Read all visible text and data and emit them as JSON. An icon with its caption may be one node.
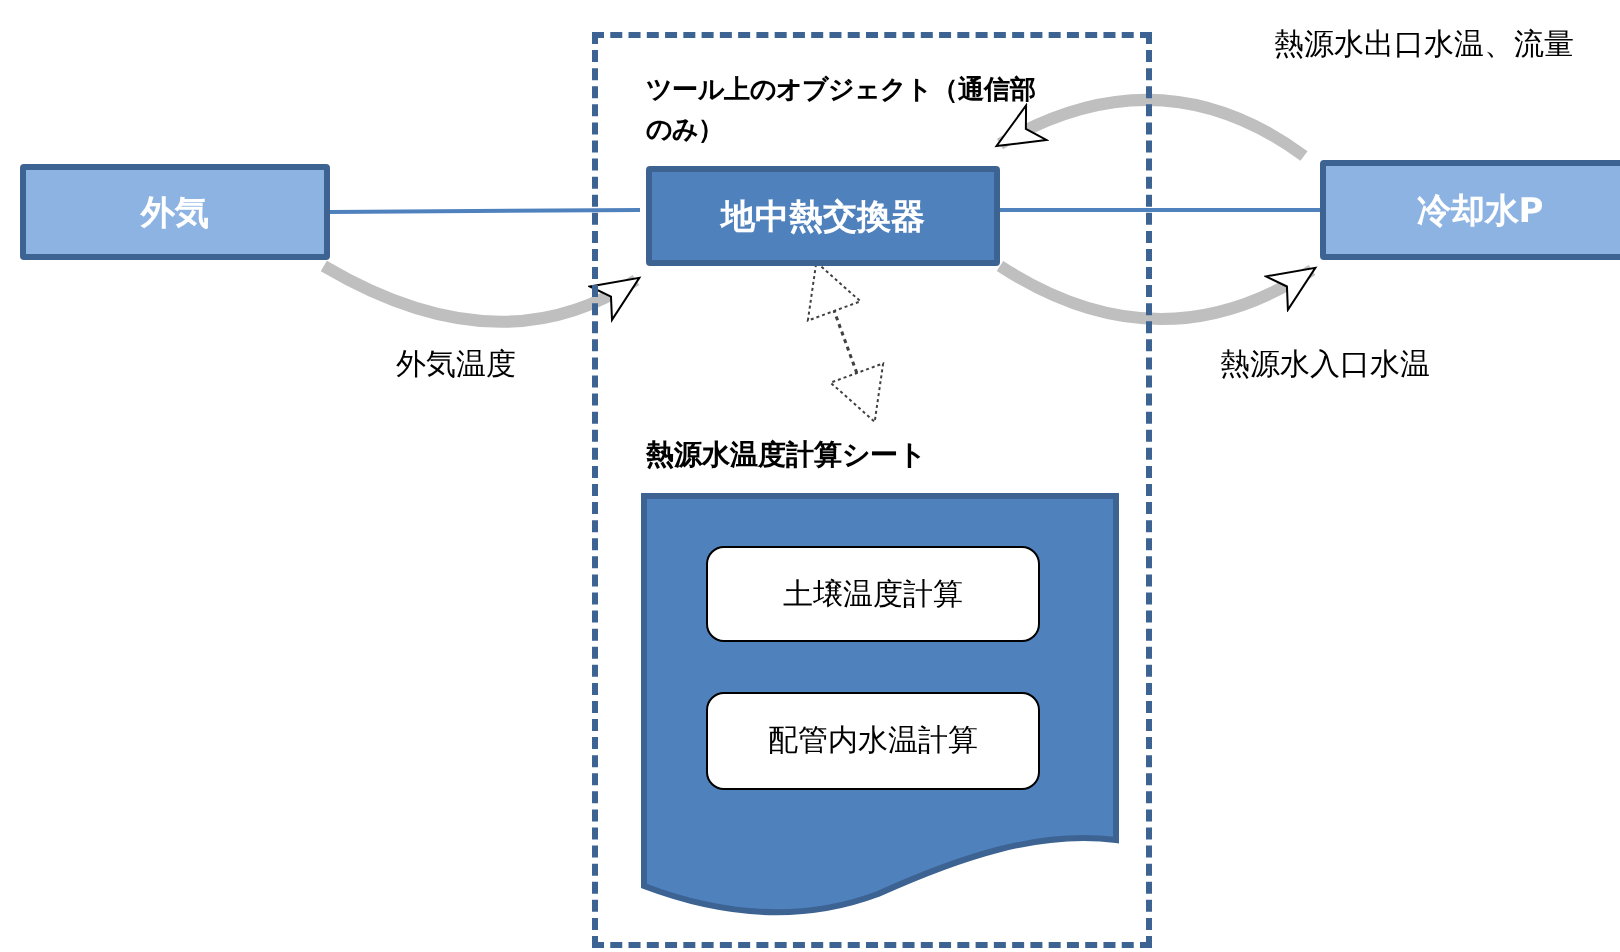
{
  "diagram": {
    "nodes": [
      {
        "text": [
          "ツール上のオブジェクト（通信部のみ）"
        ]
      },
      {
        "text": [
          "外気"
        ]
      },
      {
        "text": [
          "地中熱交換器"
        ],
        "in": 0
      },
      {
        "text": [
          "冷却水P"
        ]
      },
      {
        "text": [
          "熱源水温度計算シート"
        ],
        "in": 0
      },
      {
        "text": [
          "土壌温度計算"
        ],
        "in": 4
      },
      {
        "text": [
          "配管内水温計算"
        ],
        "in": 4
      }
    ],
    "edges": [
      {
        "from": 1,
        "to": 2,
        "arrow": "none",
        "color": "#4f81bd"
      },
      {
        "from": 2,
        "to": 3,
        "arrow": "none",
        "color": "#4f81bd"
      },
      {
        "from": 2,
        "to": 4,
        "arrow": "both",
        "style": "dashed",
        "color": "#404040"
      },
      {
        "from": 1,
        "to": 2,
        "arrow": "to",
        "label": "外気温度",
        "style": "thick",
        "color": "#bfbfbf"
      },
      {
        "from": 3,
        "to": 2,
        "arrow": "to",
        "label": "熱源水出口水温、流量",
        "style": "thick",
        "color": "#bfbfbf"
      },
      {
        "from": 2,
        "to": 3,
        "arrow": "to",
        "label": "熱源水入口水温",
        "style": "thick",
        "color": "#bfbfbf"
      }
    ]
  }
}
